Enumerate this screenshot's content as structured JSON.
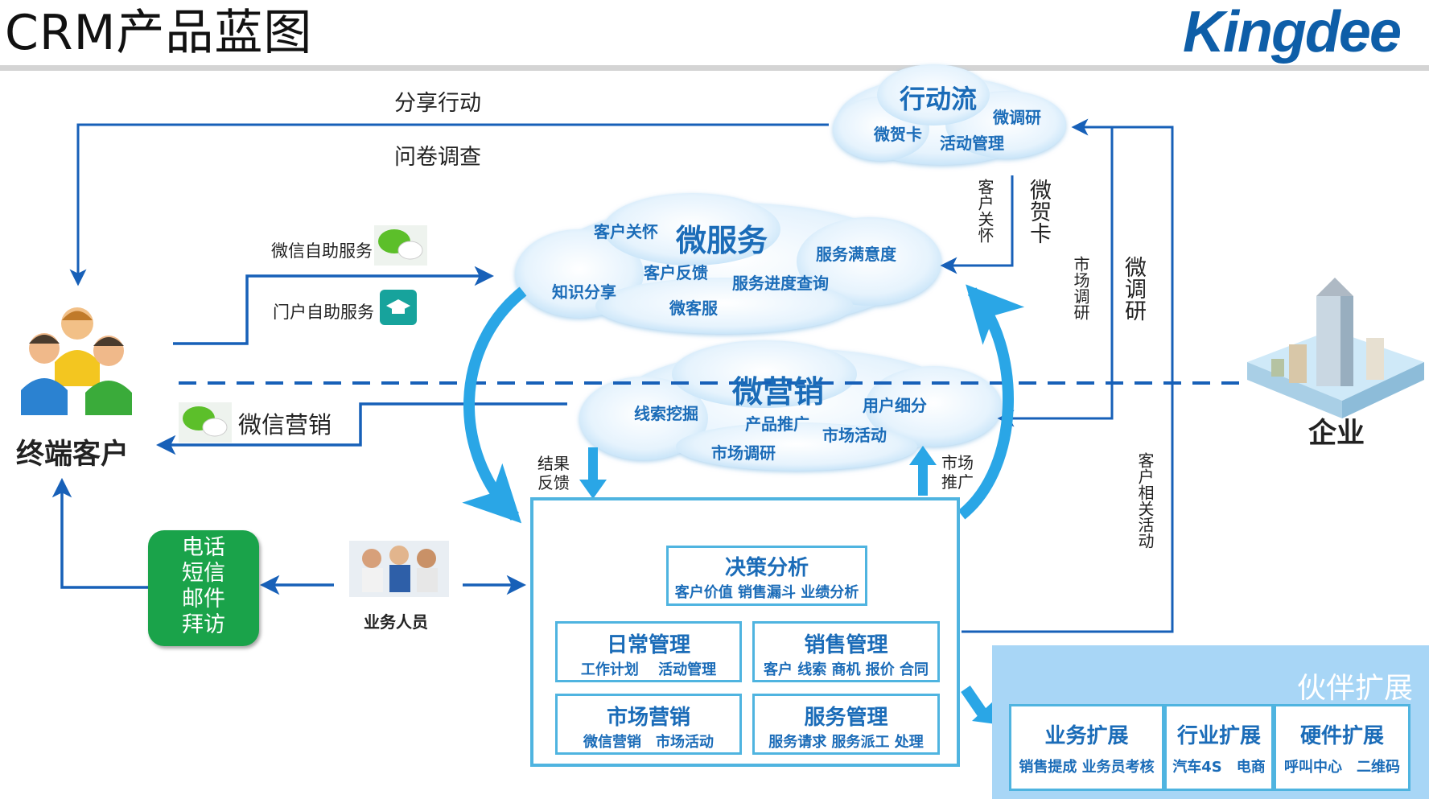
{
  "header": {
    "title": "CRM产品蓝图",
    "logo_text": "Kingdee"
  },
  "colors": {
    "accent": "#1b6cb8",
    "arrow": "#1760b8",
    "green": "#1aa34a",
    "panel": "#a8d6f6",
    "cloud": "#d9ecfb"
  },
  "top_labels": {
    "share_action": "分享行动",
    "questionnaire": "问卷调查"
  },
  "clouds": {
    "action_flow": {
      "title": "行动流",
      "items": [
        "微贺卡",
        "微调研",
        "活动管理"
      ]
    },
    "micro_service": {
      "title": "微服务",
      "items": [
        "客户关怀",
        "服务满意度",
        "知识分享",
        "客户反馈",
        "服务进度查询",
        "微客服"
      ]
    },
    "micro_marketing": {
      "title": "微营销",
      "items": [
        "线索挖掘",
        "用户细分",
        "产品推广",
        "市场活动",
        "市场调研"
      ]
    }
  },
  "left": {
    "end_customer": "终端客户",
    "wechat_self_service": "微信自助服务",
    "portal_self_service": "门户自助服务",
    "wechat_marketing": "微信营销",
    "contact_methods": [
      "电话",
      "短信",
      "邮件",
      "拜访"
    ],
    "sales_staff": "业务人员"
  },
  "flow_labels": {
    "result_feedback": [
      "结果",
      "反馈"
    ],
    "market_promotion": [
      "市场",
      "推广"
    ],
    "customer_care": "客户关怀",
    "micro_card": "微贺卡",
    "market_research": "市场调研",
    "micro_survey": "微调研",
    "customer_activities": "客户相关活动"
  },
  "enterprise": "企业",
  "modules": {
    "decision": {
      "title": "决策分析",
      "sub": "客户价值 销售漏斗 业绩分析"
    },
    "daily": {
      "title": "日常管理",
      "sub": "工作计划　 活动管理"
    },
    "sales": {
      "title": "销售管理",
      "sub": "客户 线索  商机 报价 合同"
    },
    "marketing": {
      "title": "市场营销",
      "sub": "微信营销　市场活动"
    },
    "service": {
      "title": "服务管理",
      "sub": "服务请求 服务派工 处理"
    }
  },
  "partner": {
    "title": "伙伴扩展",
    "modules": [
      {
        "title": "业务扩展",
        "sub": "销售提成 业务员考核"
      },
      {
        "title": "行业扩展",
        "sub": "汽车4S　电商"
      },
      {
        "title": "硬件扩展",
        "sub": "呼叫中心　二维码"
      }
    ]
  },
  "icons": [
    "wechat-icon",
    "portal-icon",
    "cloud-app-icon",
    "desktop-computer-icon",
    "smartphone-icon",
    "people-group-icon",
    "office-building-icon",
    "apps-grid-icon"
  ]
}
